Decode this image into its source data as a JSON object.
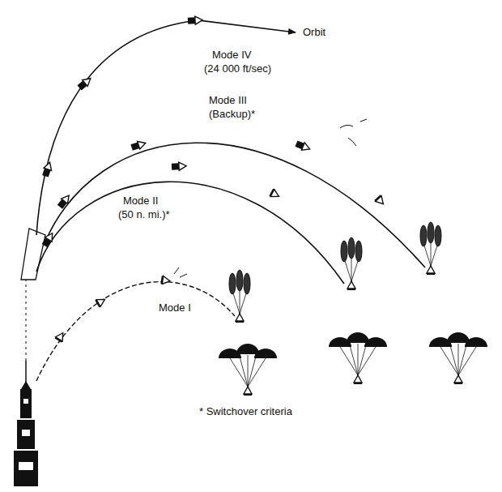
{
  "diagram": {
    "labels": [
      "Orbit",
      "Mode IV",
      "(24 000 ft/sec)",
      "Mode III",
      "(Backup)*",
      "Mode II",
      "(50 n. mi.)*",
      "Mode I",
      "* Switchover criteria"
    ]
  }
}
